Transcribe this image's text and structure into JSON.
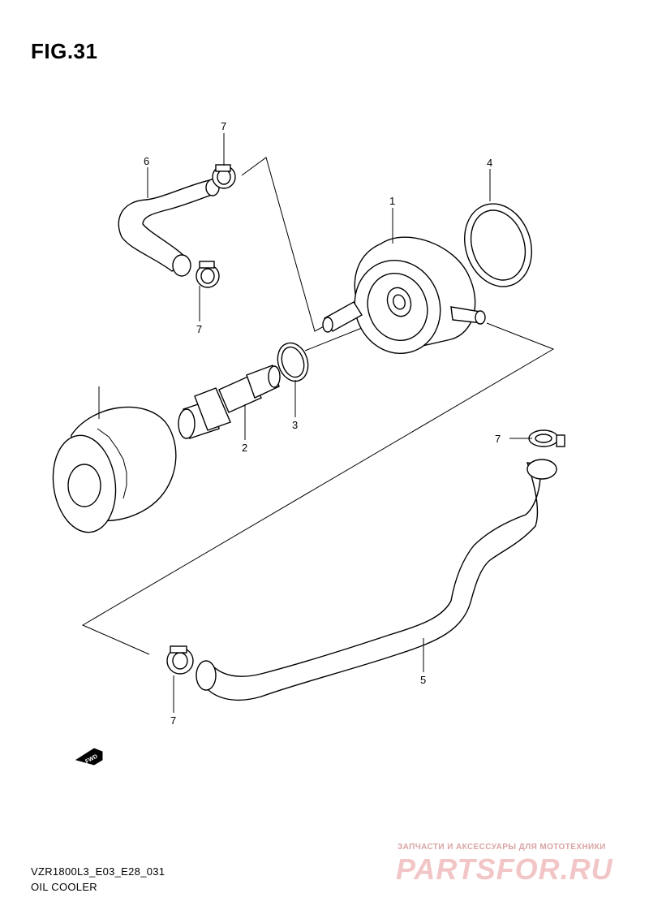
{
  "figure": {
    "title": "FIG.31"
  },
  "callouts": {
    "c1": "1",
    "c2": "2",
    "c3": "3",
    "c4": "4",
    "c5": "5",
    "c6": "6",
    "c7a": "7",
    "c7b": "7",
    "c7c": "7",
    "c7d": "7"
  },
  "fwd_label": "FWD",
  "footer": {
    "code": "VZR1800L3_E03_E28_031",
    "name": "OIL COOLER"
  },
  "watermark": {
    "tagline": "ЗАПЧАСТИ И АКСЕССУАРЫ ДЛЯ МОТОТЕХНИКИ",
    "logo": "PARTSFOR.RU"
  }
}
